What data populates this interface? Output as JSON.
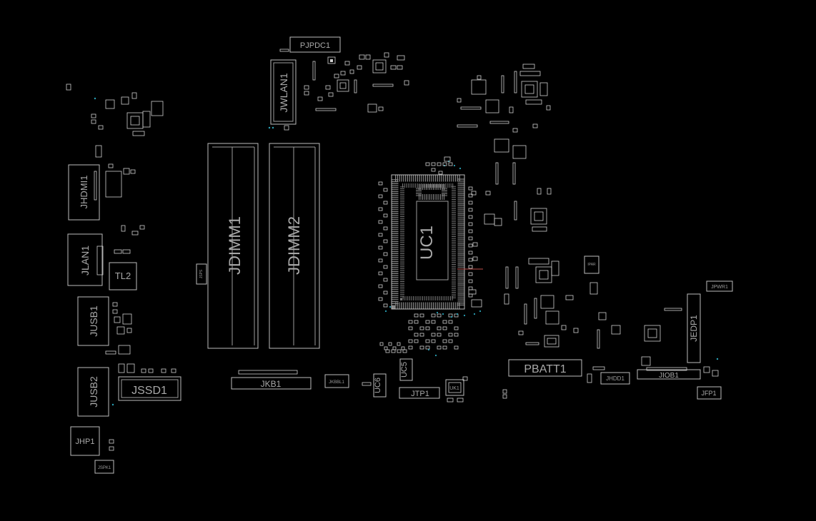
{
  "board": {
    "components": {
      "pjpdc1": "PJPDC1",
      "jwlan1": "JWLAN1",
      "jdimm1": "JDIMM1",
      "jdimm2": "JDIMM2",
      "jhdmi1": "JHDMI1",
      "jlan1": "JLAN1",
      "tl2": "TL2",
      "jusb1": "JUSB1",
      "jusb2": "JUSB2",
      "jssd1": "JSSD1",
      "jhp1": "JHP1",
      "jspk1": "JSPK1",
      "jkb1": "JKB1",
      "jkbbl1": "JKBBL1",
      "uc1": "UC1",
      "uc5": "UC5",
      "uc6": "UC6",
      "jtp1": "JTP1",
      "uk1": "UK1",
      "pbatt1": "PBATT1",
      "jhdd1": "JHDD1",
      "jiob1": "JIOB1",
      "jedp1": "JEDP1",
      "jpwr1": "JPWR1",
      "jfp1": "JFP1",
      "jsps": "JSPS",
      "ipar": "IPAR"
    }
  },
  "colors": {
    "background": "#000000",
    "outline": "#bdbdbd",
    "label": "#a9a9a9",
    "via": "#2aa3b8",
    "trace": "#c0504d"
  }
}
